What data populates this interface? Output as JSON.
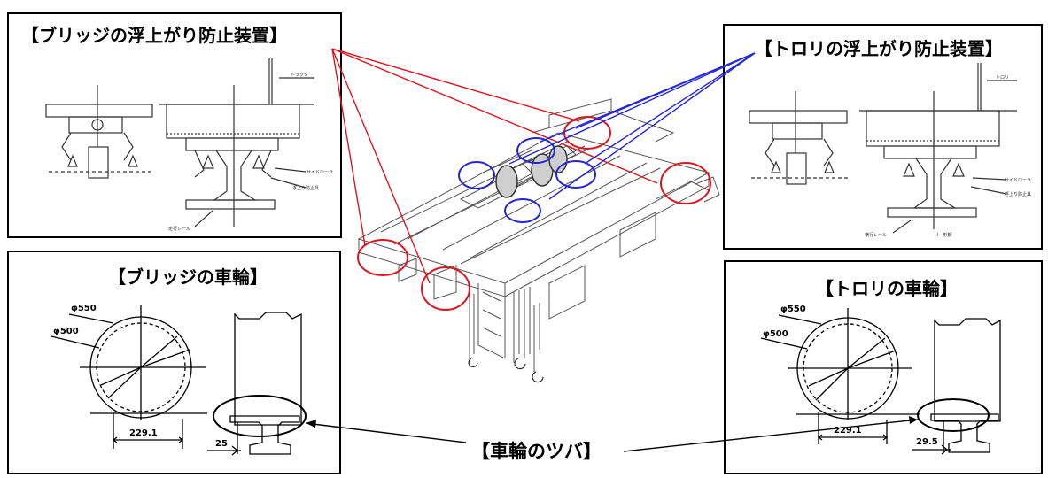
{
  "panels": {
    "bridge_uplift": {
      "title": "【ブリッジの浮上がり防止装置】"
    },
    "trolley_uplift": {
      "title": "【トロリの浮上がり防止装置】"
    },
    "bridge_wheel": {
      "title": "【ブリッジの車輪】",
      "dim_outer": "φ550",
      "dim_inner": "φ500",
      "dim_width": "229.1",
      "dim_gap": "25"
    },
    "trolley_wheel": {
      "title": "【トロリの車輪】",
      "dim_outer": "φ550",
      "dim_inner": "φ500",
      "dim_width": "229.1",
      "dim_gap": "29.5"
    }
  },
  "caption": {
    "wheel_flange": "【車輪のツバ】"
  },
  "colors": {
    "bridge_marker": "#e0141e",
    "trolley_marker": "#2424d8",
    "line": "#000000"
  }
}
